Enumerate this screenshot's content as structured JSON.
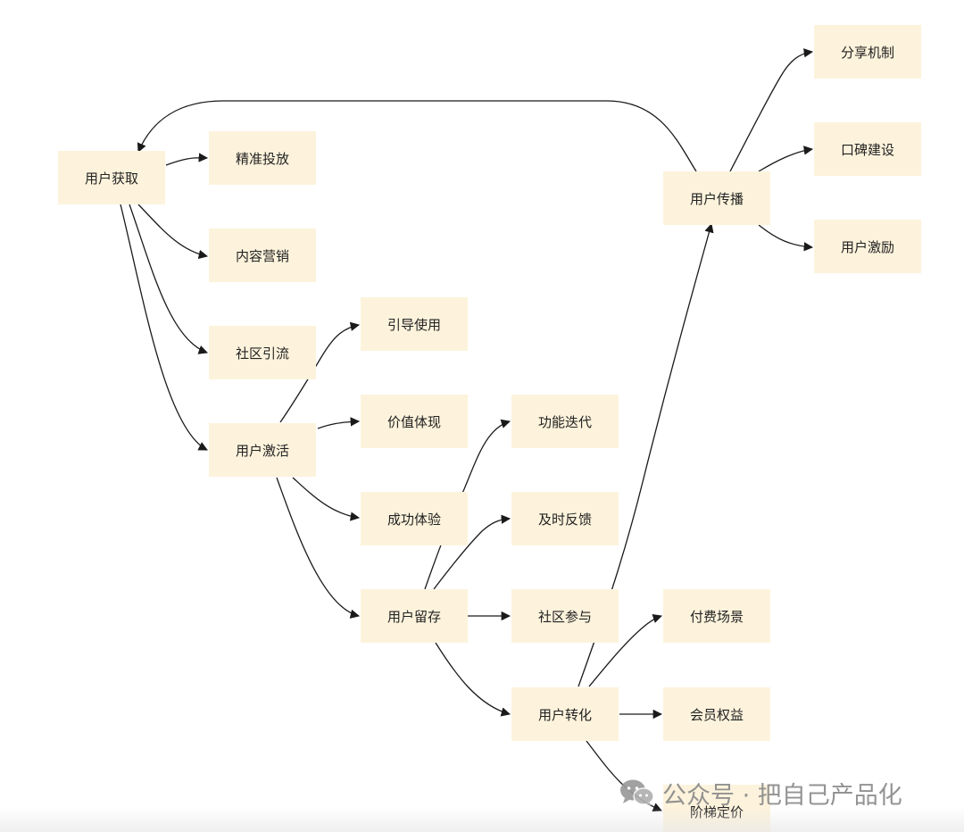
{
  "nodes": {
    "acq": "用户获取",
    "ads": "精准投放",
    "content": "内容营销",
    "community_traffic": "社区引流",
    "activation": "用户激活",
    "guide": "引导使用",
    "value": "价值体现",
    "success": "成功体验",
    "retention": "用户留存",
    "iteration": "功能迭代",
    "feedback": "及时反馈",
    "community_join": "社区参与",
    "conversion": "用户转化",
    "paid_scene": "付费场景",
    "membership": "会员权益",
    "tiered_pricing": "阶梯定价",
    "spread": "用户传播",
    "share": "分享机制",
    "word_of_mouth": "口碑建设",
    "incentive": "用户激励"
  },
  "watermark": {
    "text": "公众号 · 把自己产品化",
    "icon": "wechat-icon"
  },
  "colors": {
    "node_fill": "#fdf3dc",
    "edge": "#1a1a1a",
    "watermark": "#8a8a8a"
  }
}
